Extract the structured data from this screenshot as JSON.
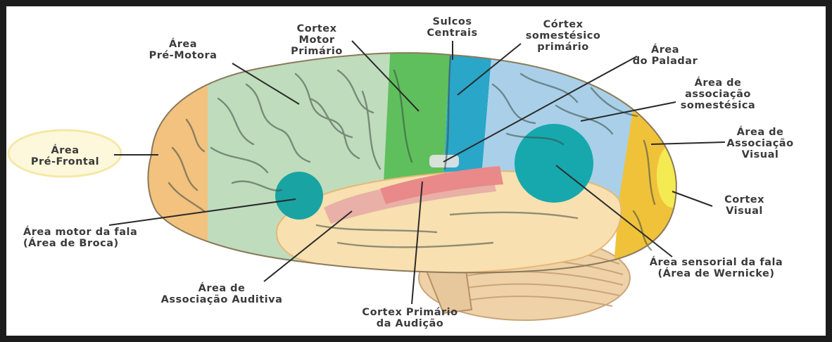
{
  "labels": {
    "area_pre_motora": "Área\nPré-Motora",
    "cortex_motor_primario": "Cortex\nMotor\nPrimário",
    "sulcos_centrais": "Sulcos\nCentrais",
    "cortex_somestesico_primario": "Córtex\nsomestésico\nprimário",
    "area_do_paladar": "Área\ndo Paladar",
    "area_associacao_somestesica": "Área de\nassociação\nsomestésica",
    "area_pre_frontal": "Área\nPré-Frontal",
    "area_associacao_visual": "Área de\nAssociação\nVisual",
    "cortex_visual": "Cortex\nVisual",
    "area_motor_fala": "Área motor da fala\n(Área de Broca)",
    "area_sensorial_fala": "Área sensorial da fala\n(Área de Wernicke)",
    "area_associacao_auditiva": "Área de\nAssociação Auditiva",
    "cortex_primario_audicao": "Cortex Primário\nda Audição"
  },
  "colors": {
    "frame": "#1c1c1c",
    "prefrontal": "#f2c27e",
    "premotor": "#bfdcbc",
    "motor": "#5fbf5c",
    "somatosensory_primary": "#2aa6c9",
    "somatosensory_assoc": "#a9d0e8",
    "visual_assoc": "#f0c23a",
    "visual": "#f4ea52",
    "broca": "#1aa3a3",
    "wernicke": "#16a8ad",
    "auditory_primary": "#e98989",
    "auditory_assoc": "#e8b0a6",
    "temporal": "#f8e0b0",
    "cerebellum": "#f0d2a8",
    "leader": "#2a2a2a"
  }
}
